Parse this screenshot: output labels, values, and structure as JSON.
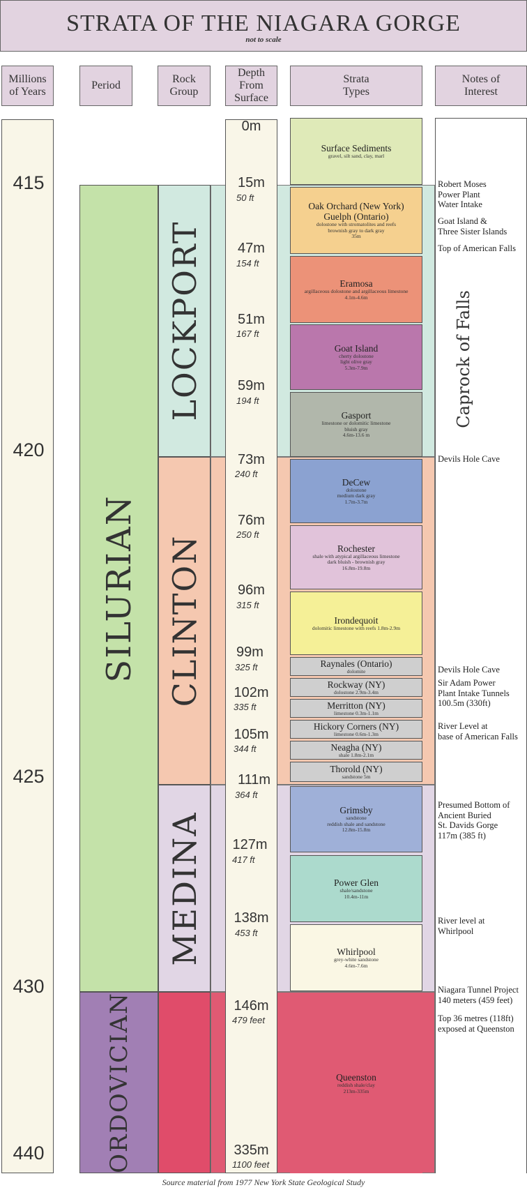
{
  "title": "STRATA OF THE NIAGARA GORGE",
  "subtitle": "not to scale",
  "headers": {
    "millions_of_years": "Millions of Years",
    "period": "Period",
    "rock_group": "Rock Group",
    "depth": "Depth From Surface",
    "strata_types": "Strata Types",
    "notes": "Notes of Interest"
  },
  "years": [
    "415",
    "420",
    "425",
    "430",
    "440"
  ],
  "periods": {
    "silurian": "SILURIAN",
    "ordovician": "ORDOVICIAN"
  },
  "groups": {
    "lockport": "LOCKPORT",
    "clinton": "CLINTON",
    "medina": "MEDINA"
  },
  "depths": [
    {
      "m": "0m",
      "ft": ""
    },
    {
      "m": "15m",
      "ft": "50 ft"
    },
    {
      "m": "47m",
      "ft": "154 ft"
    },
    {
      "m": "51m",
      "ft": "167 ft"
    },
    {
      "m": "59m",
      "ft": "194 ft"
    },
    {
      "m": "73m",
      "ft": "240 ft"
    },
    {
      "m": "76m",
      "ft": "250 ft"
    },
    {
      "m": "96m",
      "ft": "315 ft"
    },
    {
      "m": "99m",
      "ft": "325 ft"
    },
    {
      "m": "102m",
      "ft": "335 ft"
    },
    {
      "m": "105m",
      "ft": "344 ft"
    },
    {
      "m": "111m",
      "ft": "364 ft"
    },
    {
      "m": "127m",
      "ft": "417 ft"
    },
    {
      "m": "138m",
      "ft": "453 ft"
    },
    {
      "m": "146m",
      "ft": "479 feet"
    },
    {
      "m": "335m",
      "ft": "1100 feet"
    }
  ],
  "strata": [
    {
      "name": "Surface Sediments",
      "desc": "gravel, silt sand, clay, marl",
      "color": "#dfeab8"
    },
    {
      "name": "Oak Orchard (New York) Guelph (Ontario)",
      "desc": "dolostone with stromatolites and reefs\nbrownish gray to dark gray\n35m",
      "color": "#f5d08f"
    },
    {
      "name": "Eramosa",
      "desc": "argillaceous dolostone and argillaceous limestone\n4.1m-4.6m",
      "color": "#ec9278"
    },
    {
      "name": "Goat Island",
      "desc": "cherty dolostone\nlight olive gray\n5.3m-7.9m",
      "color": "#ba77ac"
    },
    {
      "name": "Gasport",
      "desc": "limestone or dolomitic limestone\nbluish gray\n4.6m-13.6 m",
      "color": "#b1b7ab"
    },
    {
      "name": "DeCew",
      "desc": "dolostone\nmedium dark gray\n1.7m-3.7m",
      "color": "#8ba2d1"
    },
    {
      "name": "Rochester",
      "desc": "shale with atypical argillaceous limestone\ndark bluish - brownish gray\n16.8m-19.8m",
      "color": "#e1c3da"
    },
    {
      "name": "Irondequoit",
      "desc": "dolomitic limestone with reefs\n1.8m-2.9m",
      "color": "#f5f097"
    },
    {
      "name": "Raynales (Ontario)",
      "desc": "dolomite",
      "color": "#cfcfcf"
    },
    {
      "name": "Rockway (NY)",
      "desc": "dolostone 2.9m-3.4m",
      "color": "#cfcfcf"
    },
    {
      "name": "Merritton (NY)",
      "desc": "limestone 0.3m-1.1m",
      "color": "#cfcfcf"
    },
    {
      "name": "Hickory Corners (NY)",
      "desc": "limestone  0.6m-1.3m",
      "color": "#cfcfcf"
    },
    {
      "name": "Neagha (NY)",
      "desc": "shale 1.8m-2.1m",
      "color": "#cfcfcf"
    },
    {
      "name": "Thorold (NY)",
      "desc": "sandstone 5m",
      "color": "#cfcfcf"
    },
    {
      "name": "Grimsby",
      "desc": "sandstone\nreddish shale and sandstone\n12.8m-15.8m",
      "color": "#9fb0d8"
    },
    {
      "name": "Power Glen",
      "desc": "shale/sandstone\n10.4m-11m",
      "color": "#acdacd"
    },
    {
      "name": "Whirlpool",
      "desc": "grey-white sandstone\n4.6m-7.6m",
      "color": "#faf7e4"
    },
    {
      "name": "Queenston",
      "desc": "reddish shale/clay\n213m-335m",
      "color": "#e05a73"
    }
  ],
  "notes": [
    "Robert Moses\nPower Plant\nWater Intake",
    "Goat Island &\nThree Sister Islands",
    "Top of American Falls",
    "Devils Hole Cave",
    "Devils Hole Cave",
    "Sir Adam Power\nPlant Intake Tunnels\n100.5m (330ft)",
    "River Level at\nbase of American Falls",
    "Presumed Bottom of\nAncient Buried\nSt. Davids Gorge\n117m (385 ft)",
    "River level at\nWhirlpool",
    "Niagara Tunnel Project\n140 meters (459 feet)",
    "Top 36 metres (118ft)\nexposed at Queenston"
  ],
  "caprock_label": "Caprock of Falls",
  "source": "Source material from 1977  New York State Geological Study",
  "colors": {
    "header_bg": "#e2d3e0",
    "column_bg": "#f9f6e8",
    "silurian": "#c4e2a9",
    "ordovician": "#a17fb4",
    "lockport": "#d1e9e0",
    "clinton": "#f5c8b0",
    "medina": "#e1d6e5",
    "ordovician_group": "#e04c6a"
  }
}
